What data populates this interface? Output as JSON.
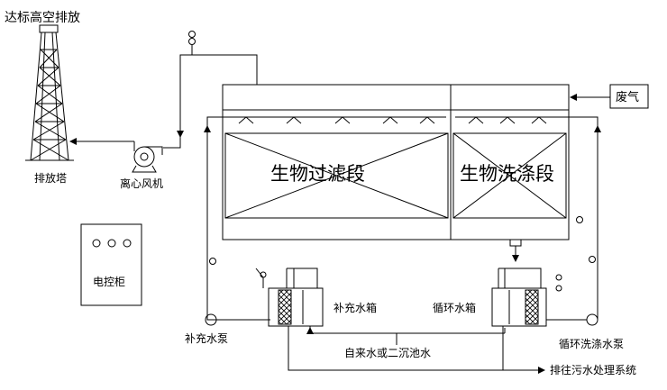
{
  "labels": {
    "stack_title": "达标高空排放",
    "stack": "排放塔",
    "fan": "离心风机",
    "cabinet": "电控柜",
    "bio_filter": "生物过滤段",
    "bio_wash": "生物洗涤段",
    "waste_gas": "废气",
    "makeup_tank": "补充水箱",
    "circ_tank": "循环水箱",
    "makeup_pump": "补充水泵",
    "circ_pump": "循环洗涤水泵",
    "water_source": "自来水或二沉池水",
    "drain": "排往污水处理系统"
  }
}
